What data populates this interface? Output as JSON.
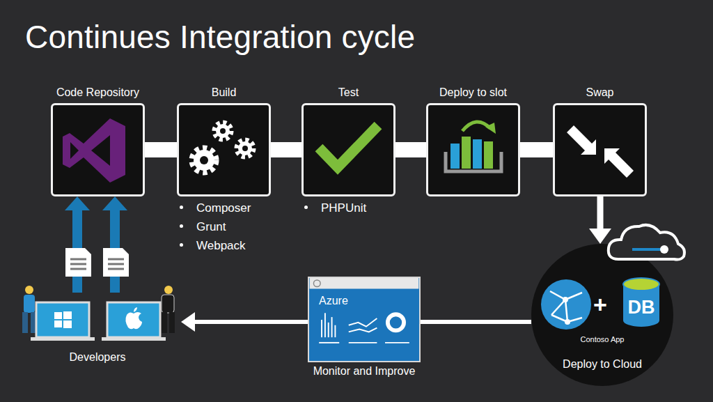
{
  "diagram": {
    "title": "Continues Integration cycle",
    "nodes": [
      {
        "text": [
          "Code Repository"
        ]
      },
      {
        "text": [
          "Build",
          "Composer",
          "Grunt",
          "Webpack"
        ]
      },
      {
        "text": [
          "Test",
          "PHPUnit"
        ]
      },
      {
        "text": [
          "Deploy to slot"
        ]
      },
      {
        "text": [
          "Swap"
        ]
      },
      {
        "text": [
          "Contoso App",
          "Deploy to Cloud"
        ]
      },
      {
        "text": [
          "DB"
        ],
        "in": 5
      },
      {
        "text": [
          "Azure",
          "Monitor and Improve"
        ]
      },
      {
        "text": [
          "Developers"
        ]
      }
    ],
    "edges": [
      {
        "from": 0,
        "to": 1,
        "arrow": "none"
      },
      {
        "from": 1,
        "to": 2,
        "arrow": "none"
      },
      {
        "from": 2,
        "to": 3,
        "arrow": "none"
      },
      {
        "from": 3,
        "to": 4,
        "arrow": "none"
      },
      {
        "from": 4,
        "to": 5,
        "arrow": "to"
      },
      {
        "from": 5,
        "to": 7,
        "arrow": "none"
      },
      {
        "from": 7,
        "to": 8,
        "arrow": "to"
      },
      {
        "from": 8,
        "to": 0,
        "arrow": "to"
      },
      {
        "from": 8,
        "to": 0,
        "arrow": "to"
      }
    ],
    "labels": [
      "+"
    ]
  }
}
